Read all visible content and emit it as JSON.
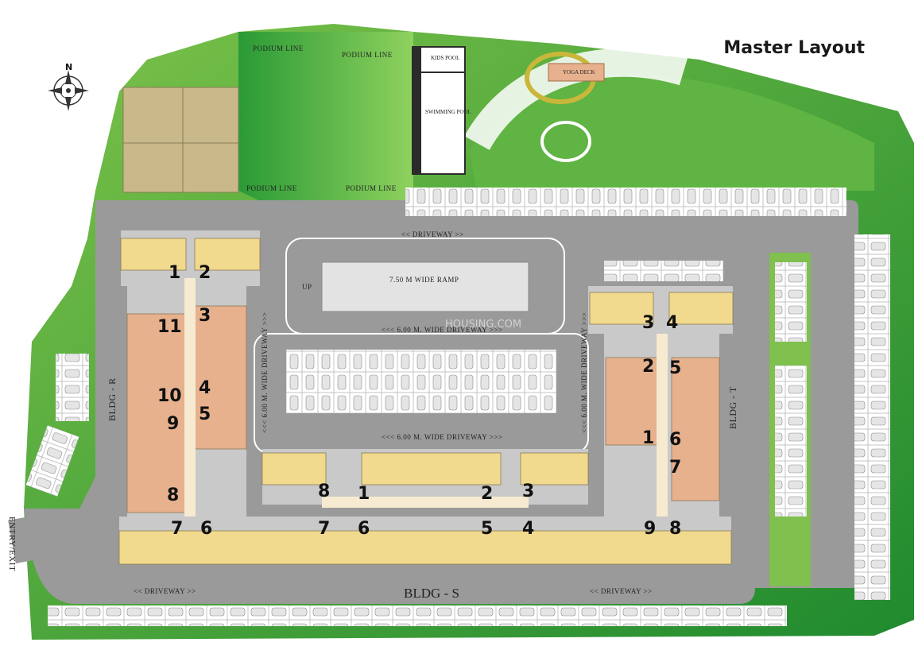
{
  "title": "Master Layout",
  "compass": {
    "north_label": "N"
  },
  "labels": {
    "podium_line": "PODIUM LINE",
    "kids_pool": "KIDS POOL",
    "swimming_pool": "SWIMMING POOL",
    "yoga_deck": "YOGA DECK",
    "driveway": "<<   DRIVEWAY   >>",
    "ramp": "7.50 M WIDE RAMP",
    "up": "UP",
    "wide_driveway": "<<< 6.00 M. WIDE DRIVEWAY >>>",
    "vertical_driveway": "<<< 6.00 M. WIDE DRIVEWAY >>>",
    "bldg_r": "BLDG - R",
    "bldg_s": "BLDG - S",
    "bldg_t": "BLDG - T",
    "entry_exit": "ENTRY/EXIT",
    "watermark": "HOUSING.COM"
  },
  "units": {
    "r": [
      "1",
      "2",
      "11",
      "3",
      "10",
      "4",
      "9",
      "5",
      "8",
      "7",
      "6"
    ],
    "s": [
      "8",
      "1",
      "2",
      "3",
      "7",
      "6",
      "5",
      "4"
    ],
    "t": [
      "3",
      "4",
      "2",
      "5",
      "1",
      "6",
      "7",
      "9",
      "8"
    ]
  },
  "colors": {
    "grass": "#3fa33a",
    "road": "#9a9a9a",
    "unit": "#f1d98d",
    "unit_alt": "#e7b18e"
  }
}
